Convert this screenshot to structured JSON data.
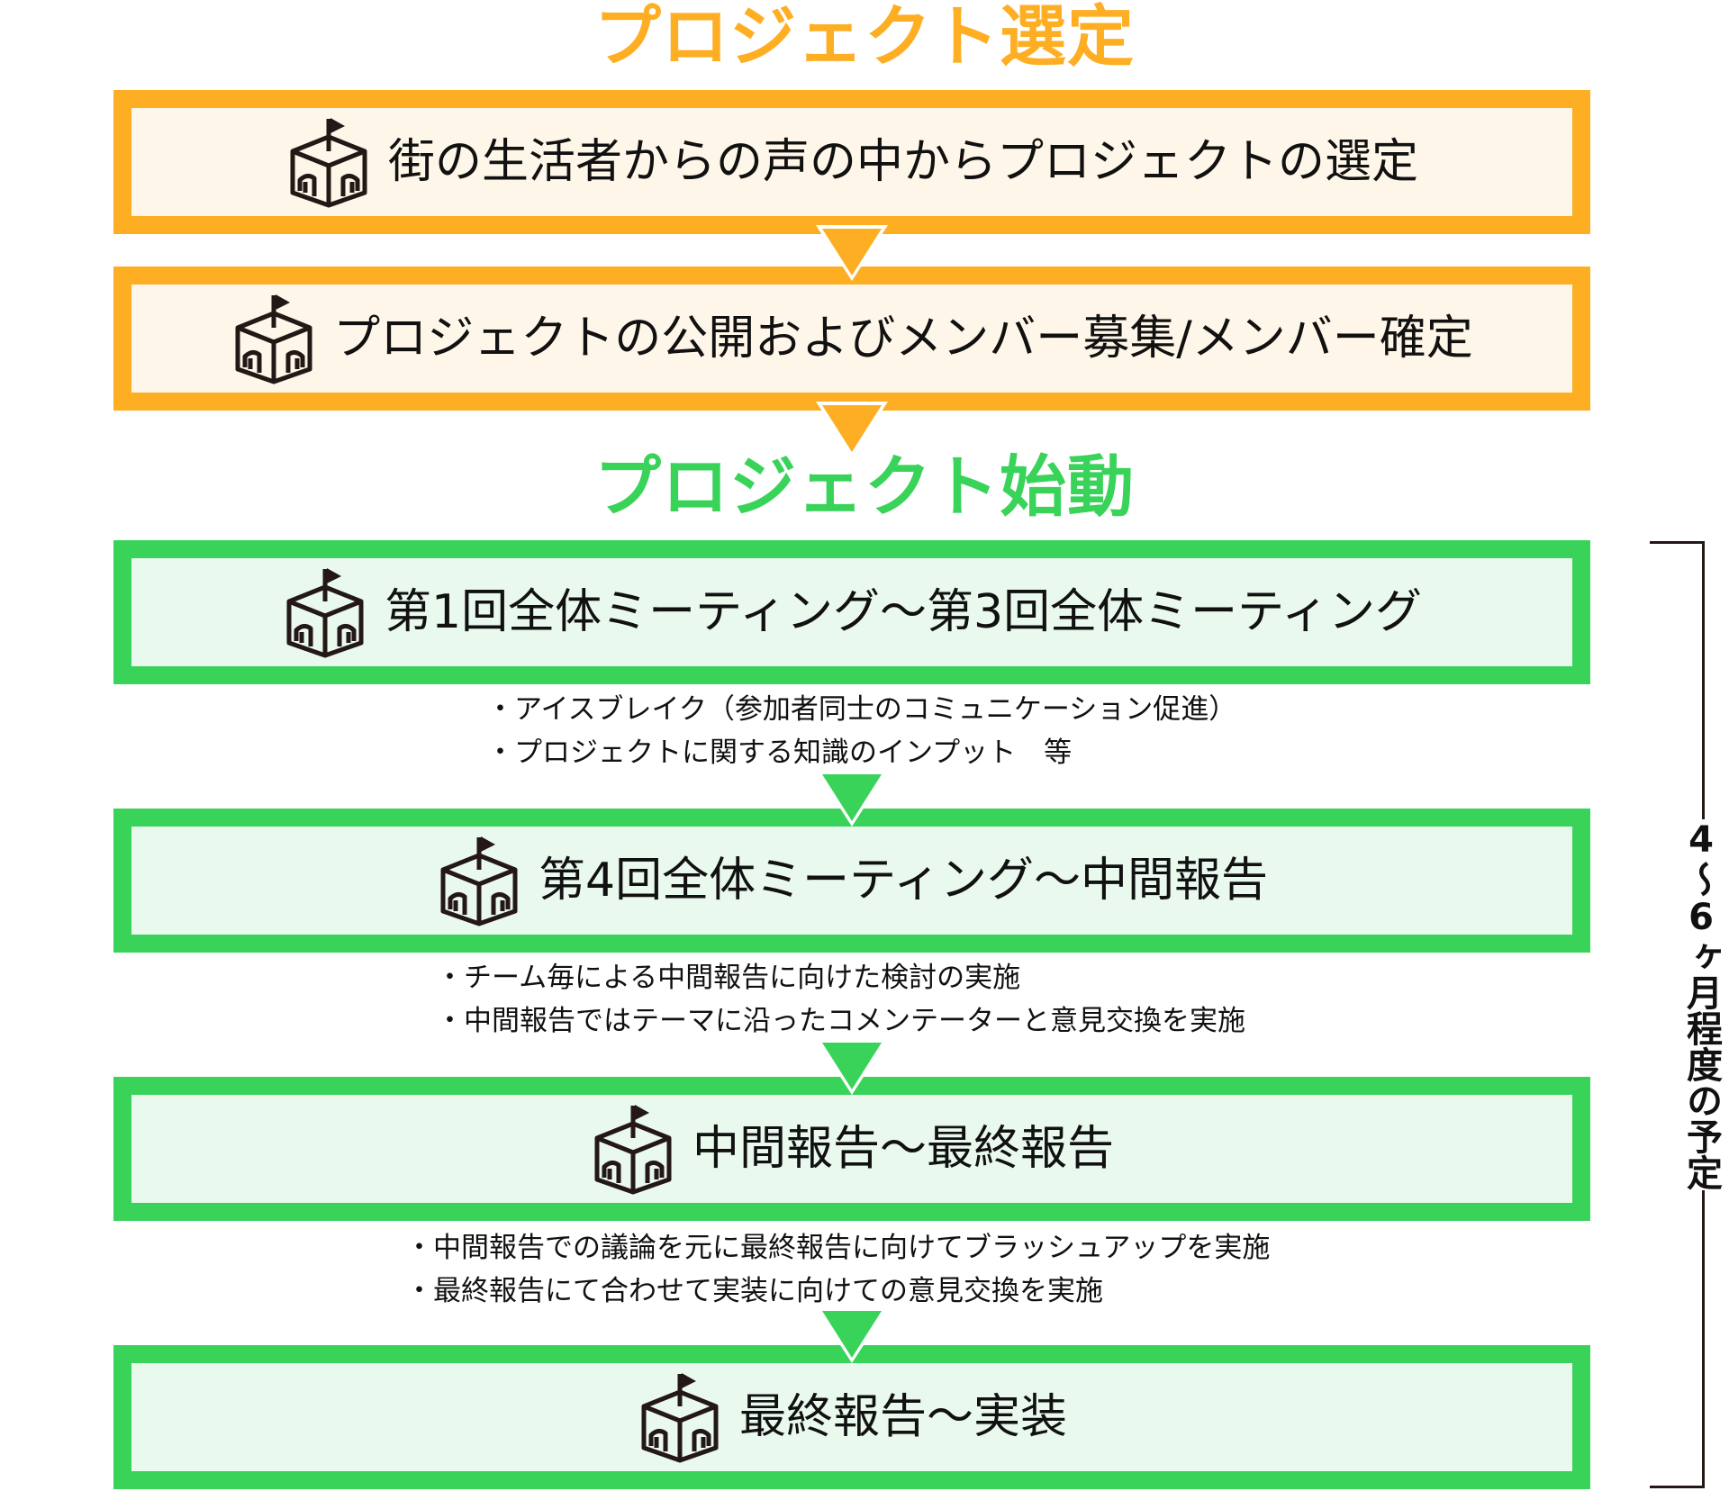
{
  "colors": {
    "orange": "#FDAE22",
    "orange_fill": "#FEF6E8",
    "green": "#3AD35A",
    "green_fill": "#EAF9EE",
    "text": "#111111"
  },
  "sections": [
    {
      "heading": "プロジェクト選定",
      "color": "orange",
      "steps": [
        {
          "icon": "school-building-flag-icon",
          "label": "街の生活者からの声の中からプロジェクトの選定",
          "notes": []
        },
        {
          "icon": "school-building-flag-icon",
          "label": "プロジェクトの公開およびメンバー募集/メンバー確定",
          "notes": []
        }
      ]
    },
    {
      "heading": "プロジェクト始動",
      "color": "green",
      "steps": [
        {
          "icon": "school-building-flag-icon",
          "label": "第1回全体ミーティング〜第3回全体ミーティング",
          "notes": [
            "・アイスブレイク（参加者同士のコミュニケーション促進）",
            "・プロジェクトに関する知識のインプット　等"
          ]
        },
        {
          "icon": "school-building-flag-icon",
          "label": "第4回全体ミーティング〜中間報告",
          "notes": [
            "・チーム毎による中間報告に向けた検討の実施",
            "・中間報告ではテーマに沿ったコメンテーターと意見交換を実施"
          ]
        },
        {
          "icon": "school-building-flag-icon",
          "label": "中間報告〜最終報告",
          "notes": [
            "・中間報告での議論を元に最終報告に向けてブラッシュアップを実施",
            "・最終報告にて合わせて実装に向けての意見交換を実施"
          ]
        },
        {
          "icon": "school-building-flag-icon",
          "label": "最終報告〜実装",
          "notes": []
        }
      ]
    }
  ],
  "arrows": {
    "icon": "down-triangle-arrow-icon",
    "count": 5
  },
  "bracket": {
    "label": "4〜6ヶ月程度の予定"
  }
}
